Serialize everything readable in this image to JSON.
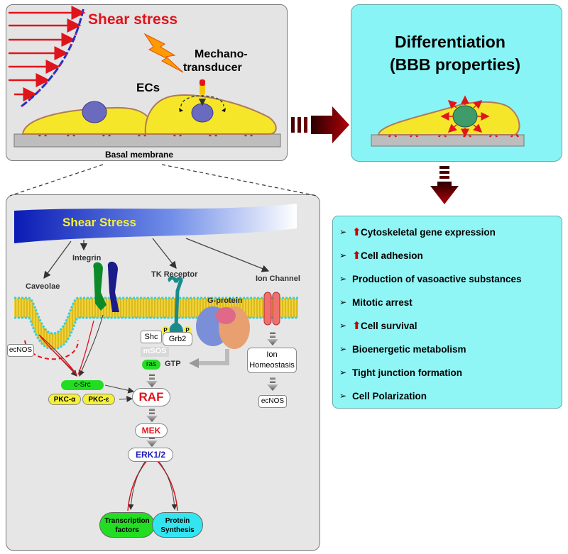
{
  "top_left": {
    "shear_stress": "Shear stress",
    "mechano_1": "Mechano-",
    "mechano_2": "transducer",
    "ecs": "ECs",
    "basal_membrane": "Basal membrane"
  },
  "top_right": {
    "title_1": "Differentiation",
    "title_2": "(BBB properties)"
  },
  "pathway": {
    "banner": "Shear Stress",
    "integrin": "Integrin",
    "caveolae": "Caveolae",
    "tk_receptor": "TK Receptor",
    "ion_channel": "Ion Channel",
    "g_protein": "G-protein",
    "ecnos_left": "ecNOS",
    "p1": "P",
    "p2": "P",
    "shc": "Shc",
    "grb2": "Grb2",
    "msos": "mSOS",
    "ras": "ras",
    "gtp": "GTP",
    "ion_homeostasis_1": "Ion",
    "ion_homeostasis_2": "Homeostasis",
    "ecnos_right": "ecNOS",
    "csrc": "c-Src",
    "pkc_alpha": "PKC-α",
    "pkc_epsilon": "PKC-ε",
    "raf": "RAF",
    "mek": "MEK",
    "erk": "ERK1/2",
    "tf_1": "Transcription",
    "tf_2": "factors",
    "ps_1": "Protein",
    "ps_2": "Synthesis"
  },
  "effects": [
    {
      "arrow": true,
      "label": "Cytoskeletal gene expression"
    },
    {
      "arrow": true,
      "label": "Cell adhesion"
    },
    {
      "arrow": false,
      "label": "Production of vasoactive substances"
    },
    {
      "arrow": false,
      "label": "Mitotic arrest"
    },
    {
      "arrow": true,
      "label": "Cell survival"
    },
    {
      "arrow": false,
      "label": "Bioenergetic metabolism"
    },
    {
      "arrow": false,
      "label": "Tight junction formation"
    },
    {
      "arrow": false,
      "label": "Cell Polarization"
    }
  ],
  "colors": {
    "cell_yellow": "#f5e62a",
    "panel_cyan": "#88f4f5",
    "red": "#e0141c",
    "arrow_dark_red": "#8b0000",
    "green": "#22dd22",
    "cyan_box": "#33e5f0",
    "pkc_yellow": "#f5f03a"
  }
}
